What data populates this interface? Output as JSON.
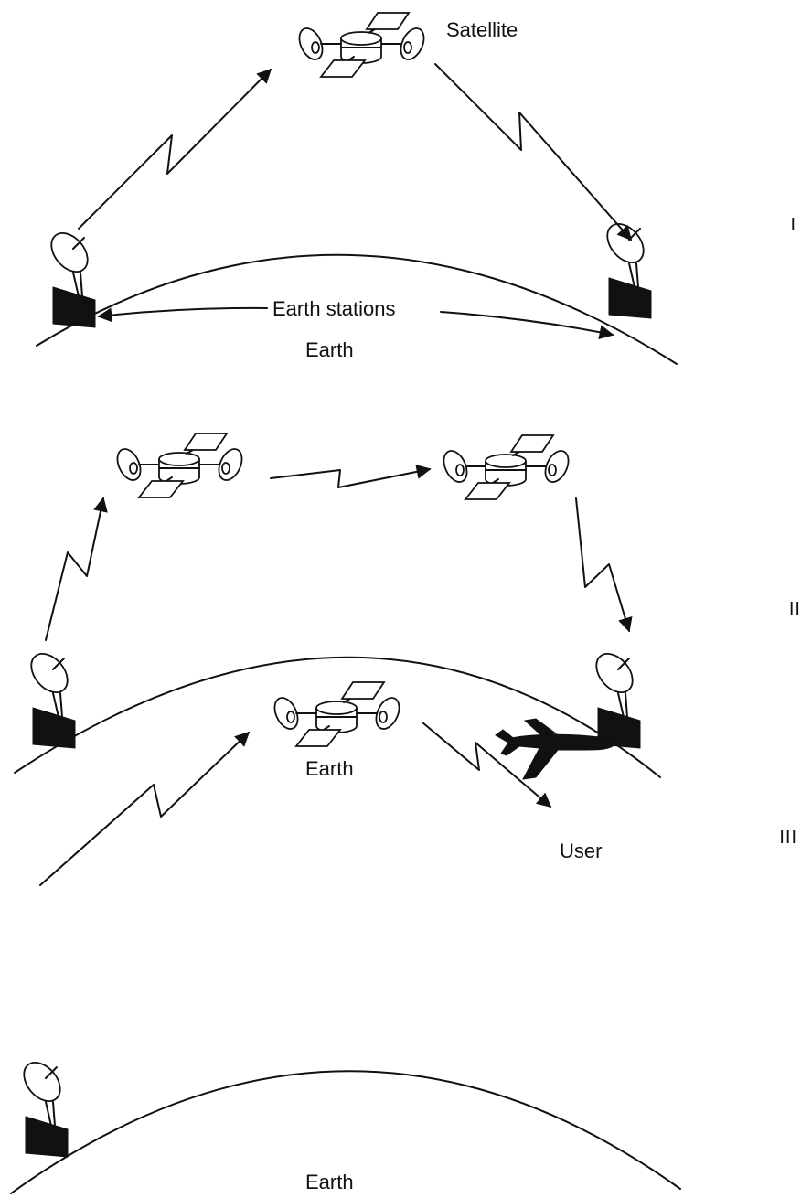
{
  "labels": {
    "satellite": "Satellite",
    "earth_stations": "Earth stations",
    "earth": "Earth",
    "user": "User"
  },
  "panels": [
    {
      "numeral": "I"
    },
    {
      "numeral": "II"
    },
    {
      "numeral": "III"
    }
  ],
  "colors": {
    "ink": "#111111",
    "background": "#ffffff"
  }
}
